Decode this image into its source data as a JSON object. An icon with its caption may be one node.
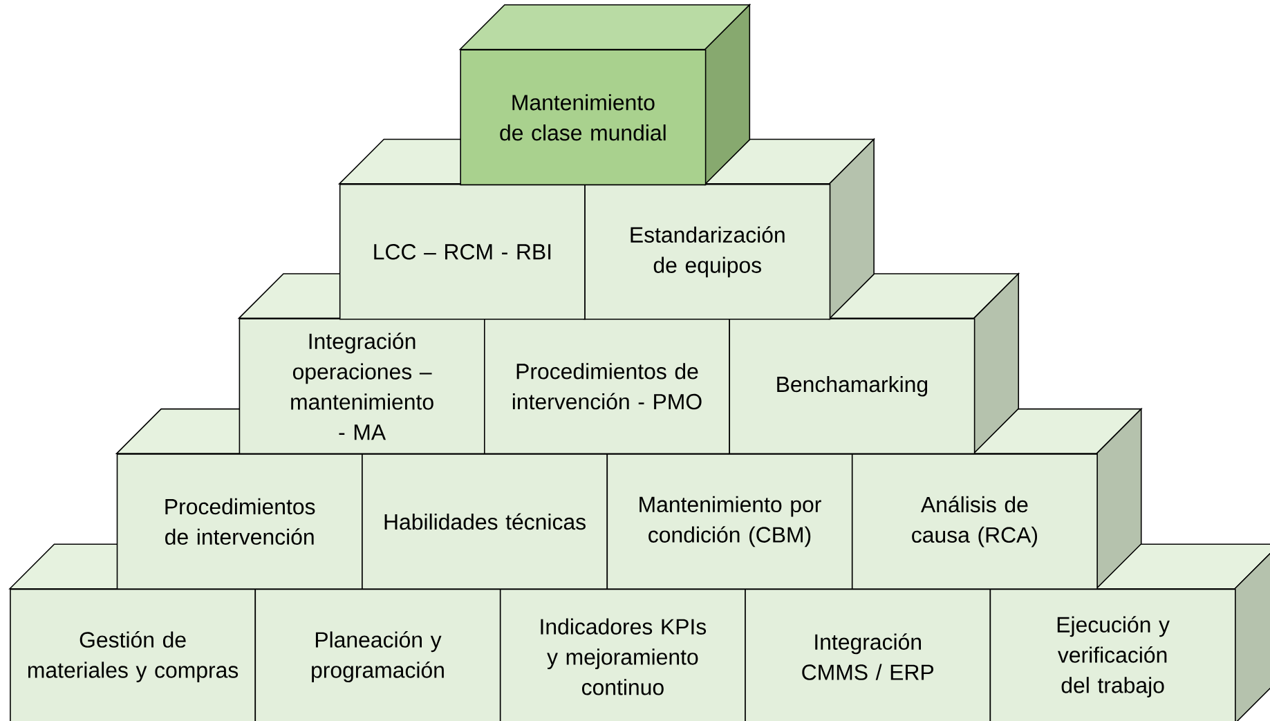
{
  "diagram": {
    "nodes": [
      {
        "text": [
          "Mantenimiento de clase mundial"
        ]
      },
      {
        "text": [
          "LCC – RCM - RBI"
        ]
      },
      {
        "text": [
          "Estandarización de equipos"
        ]
      },
      {
        "text": [
          "Integración operaciones – mantenimiento - MA"
        ]
      },
      {
        "text": [
          "Procedimientos de intervención - PMO"
        ]
      },
      {
        "text": [
          "Benchamarking"
        ]
      },
      {
        "text": [
          "Procedimientos de intervención"
        ]
      },
      {
        "text": [
          "Habilidades técnicas"
        ]
      },
      {
        "text": [
          "Mantenimiento por condición (CBM)"
        ]
      },
      {
        "text": [
          "Análisis de causa (RCA)"
        ]
      },
      {
        "text": [
          "Gestión de materiales y compras"
        ]
      },
      {
        "text": [
          "Planeación y programación"
        ]
      },
      {
        "text": [
          "Indicadores KPIs y mejoramiento continuo"
        ]
      },
      {
        "text": [
          "Integración CMMS / ERP"
        ]
      },
      {
        "text": [
          "Ejecución y verificación del trabajo"
        ]
      }
    ]
  }
}
